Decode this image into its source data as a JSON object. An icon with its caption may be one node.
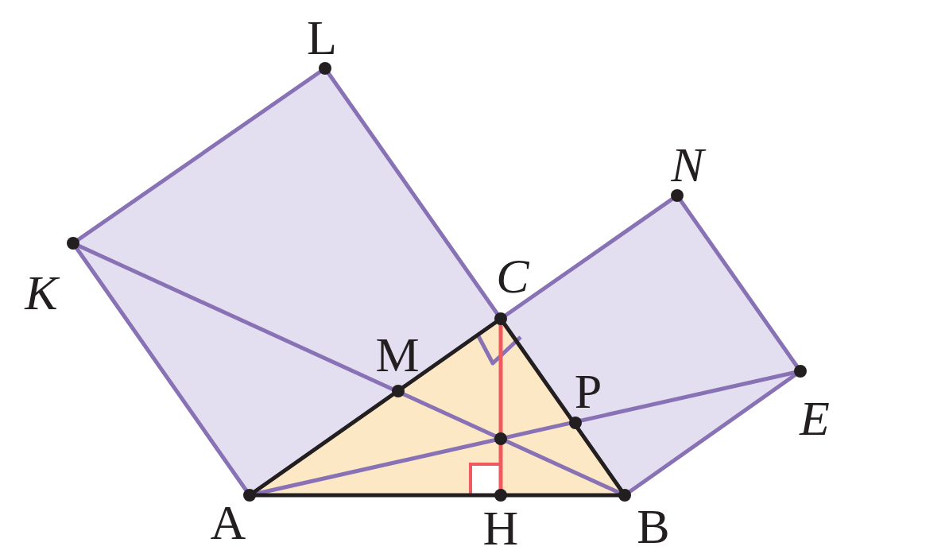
{
  "diagram": {
    "labels": [
      "L",
      "N",
      "C",
      "K",
      "M",
      "P",
      "E",
      "A",
      "H",
      "B"
    ]
  }
}
